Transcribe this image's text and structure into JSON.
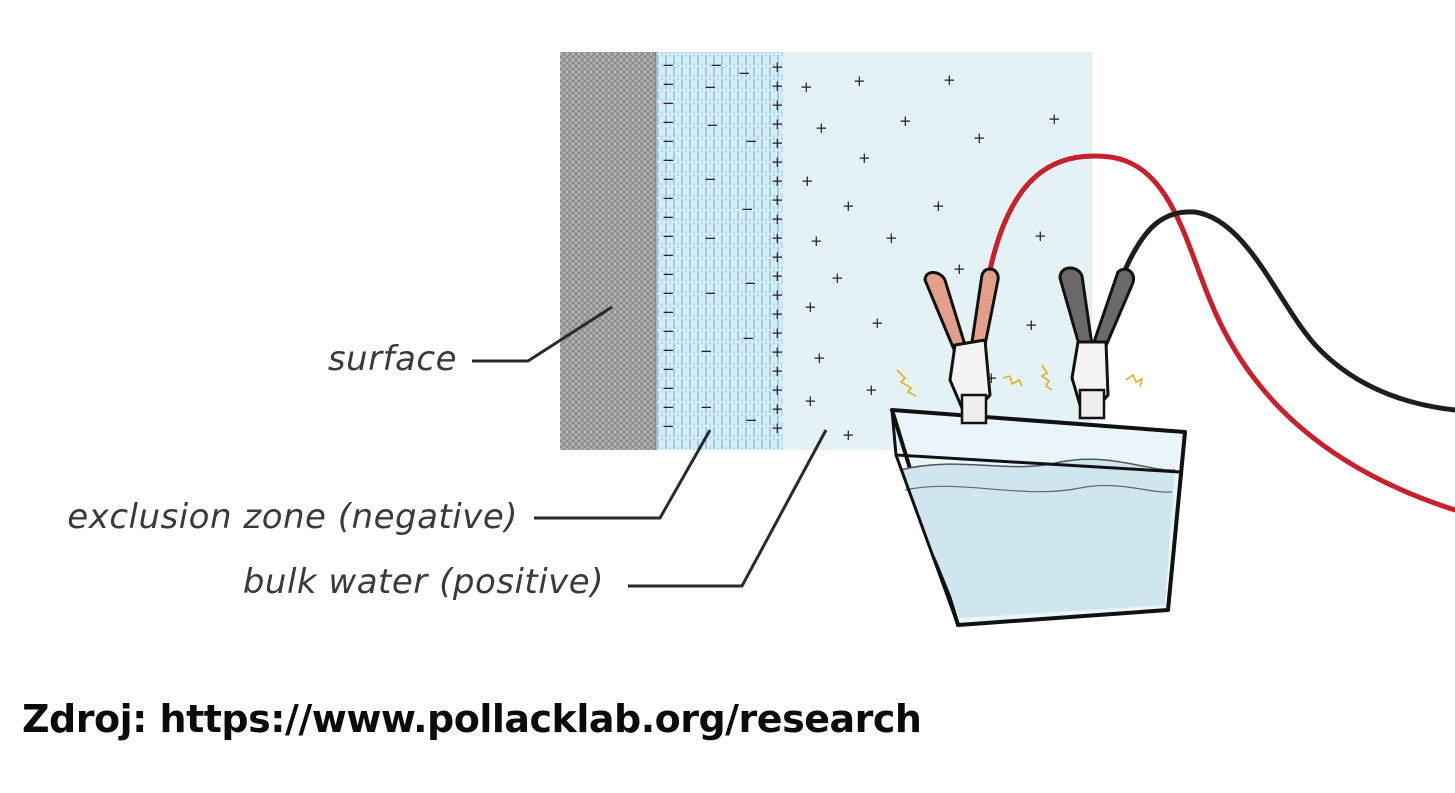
{
  "diagram": {
    "labels": {
      "surface": "surface",
      "exclusion_zone": "exclusion zone (negative)",
      "bulk_water": "bulk water (positive)"
    },
    "charge_symbols": {
      "negative": "−",
      "positive": "+"
    },
    "colors": {
      "surface_fill": "#a7a7a7",
      "exclusion_zone_fill": "#d9eef7",
      "bulk_water_fill": "#e6f3f6",
      "red_cable": "#c8202c",
      "black_cable": "#1e1e1e",
      "red_clamp_handle": "#e2a08a",
      "black_clamp_handle": "#6a6a6a",
      "battery_water": "#cfe6ef"
    }
  },
  "source": {
    "text": "Zdroj: https://www.pollacklab.org/research"
  }
}
